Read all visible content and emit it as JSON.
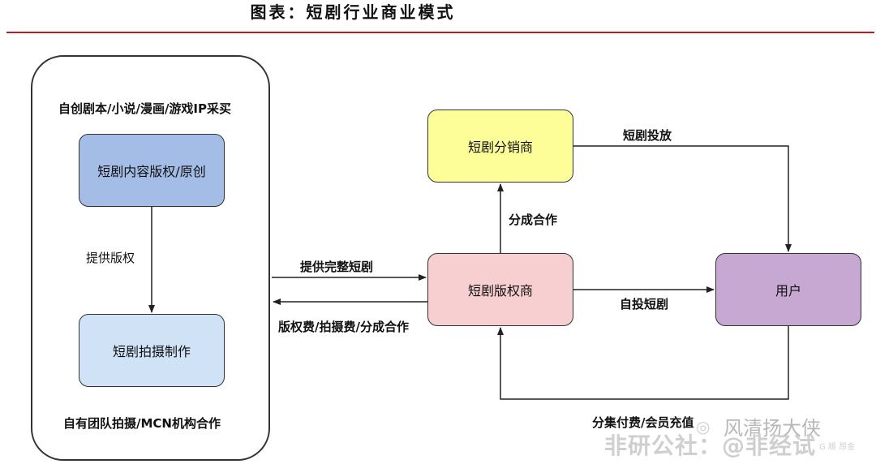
{
  "title": "图表：短剧行业商业模式",
  "left_group": {
    "top_label": "自创剧本/小说/漫画/游戏IP采买",
    "bottom_label": "自有团队拍摄/MCN机构合作",
    "copyright_box": "短剧内容版权/原创",
    "production_box": "短剧拍摄制作",
    "provide_rights_label": "提供版权"
  },
  "nodes": {
    "distributor": "短剧分销商",
    "rights_holder": "短剧版权商",
    "user": "用户"
  },
  "edges": {
    "provide_full": "提供完整短剧",
    "fees": "版权费/拍摄费/分成合作",
    "revenue_share": "分成合作",
    "distribute": "短剧投放",
    "self_distribute": "自投短剧",
    "payment": "分集付费/会员充值"
  },
  "watermark": {
    "text": "非研公社：@非经试",
    "overlay": "风清扬大侠",
    "mark": "G 顺 昂金"
  },
  "colors": {
    "copyright_box": "#a4bde6",
    "production_box": "#cfe2f6",
    "distributor": "#fefe99",
    "rights_holder": "#f8cfd1",
    "user": "#c7a8d2",
    "rule": "#b51f24"
  }
}
